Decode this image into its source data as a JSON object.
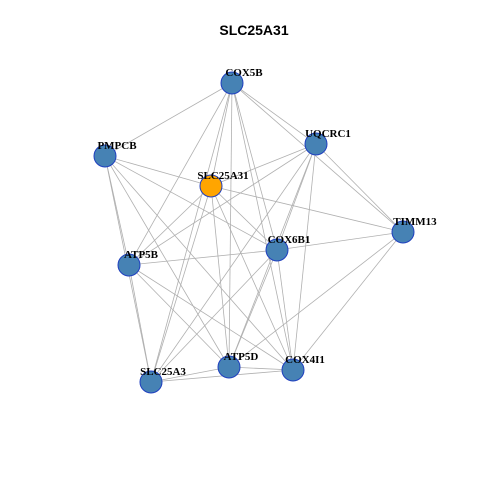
{
  "title": "SLC25A31",
  "colors": {
    "node_default": "#4682b4",
    "node_focus": "#ffa500",
    "edge": "#b0b0b0",
    "node_border": "#1f3fbf"
  },
  "nodes": [
    {
      "id": "COX5B",
      "label": "COX5B",
      "focus": false
    },
    {
      "id": "UQCRC1",
      "label": "UQCRC1",
      "focus": false
    },
    {
      "id": "PMPCB",
      "label": "PMPCB",
      "focus": false
    },
    {
      "id": "SLC25A31",
      "label": "SLC25A31",
      "focus": true
    },
    {
      "id": "TIMM13",
      "label": "TIMM13",
      "focus": false
    },
    {
      "id": "COX6B1",
      "label": "COX6B1",
      "focus": false
    },
    {
      "id": "ATP5B",
      "label": "ATP5B",
      "focus": false
    },
    {
      "id": "ATP5D",
      "label": "ATP5D",
      "focus": false
    },
    {
      "id": "COX4I1",
      "label": "COX4I1",
      "focus": false
    },
    {
      "id": "SLC25A3",
      "label": "SLC25A3",
      "focus": false
    }
  ],
  "edges": [
    [
      "COX5B",
      "UQCRC1"
    ],
    [
      "COX5B",
      "PMPCB"
    ],
    [
      "COX5B",
      "SLC25A31"
    ],
    [
      "COX5B",
      "TIMM13"
    ],
    [
      "COX5B",
      "COX6B1"
    ],
    [
      "COX5B",
      "ATP5B"
    ],
    [
      "COX5B",
      "ATP5D"
    ],
    [
      "COX5B",
      "COX4I1"
    ],
    [
      "COX5B",
      "SLC25A3"
    ],
    [
      "UQCRC1",
      "SLC25A31"
    ],
    [
      "UQCRC1",
      "TIMM13"
    ],
    [
      "UQCRC1",
      "COX6B1"
    ],
    [
      "UQCRC1",
      "ATP5B"
    ],
    [
      "UQCRC1",
      "ATP5D"
    ],
    [
      "UQCRC1",
      "COX4I1"
    ],
    [
      "UQCRC1",
      "SLC25A3"
    ],
    [
      "PMPCB",
      "SLC25A31"
    ],
    [
      "PMPCB",
      "COX6B1"
    ],
    [
      "PMPCB",
      "ATP5B"
    ],
    [
      "PMPCB",
      "ATP5D"
    ],
    [
      "PMPCB",
      "COX4I1"
    ],
    [
      "PMPCB",
      "SLC25A3"
    ],
    [
      "SLC25A31",
      "TIMM13"
    ],
    [
      "SLC25A31",
      "COX6B1"
    ],
    [
      "SLC25A31",
      "ATP5B"
    ],
    [
      "SLC25A31",
      "ATP5D"
    ],
    [
      "SLC25A31",
      "COX4I1"
    ],
    [
      "SLC25A31",
      "SLC25A3"
    ],
    [
      "TIMM13",
      "COX6B1"
    ],
    [
      "TIMM13",
      "ATP5D"
    ],
    [
      "TIMM13",
      "COX4I1"
    ],
    [
      "COX6B1",
      "ATP5B"
    ],
    [
      "COX6B1",
      "ATP5D"
    ],
    [
      "COX6B1",
      "COX4I1"
    ],
    [
      "COX6B1",
      "SLC25A3"
    ],
    [
      "ATP5B",
      "ATP5D"
    ],
    [
      "ATP5B",
      "COX4I1"
    ],
    [
      "ATP5B",
      "SLC25A3"
    ],
    [
      "ATP5D",
      "COX4I1"
    ],
    [
      "ATP5D",
      "SLC25A3"
    ],
    [
      "COX4I1",
      "SLC25A3"
    ]
  ]
}
